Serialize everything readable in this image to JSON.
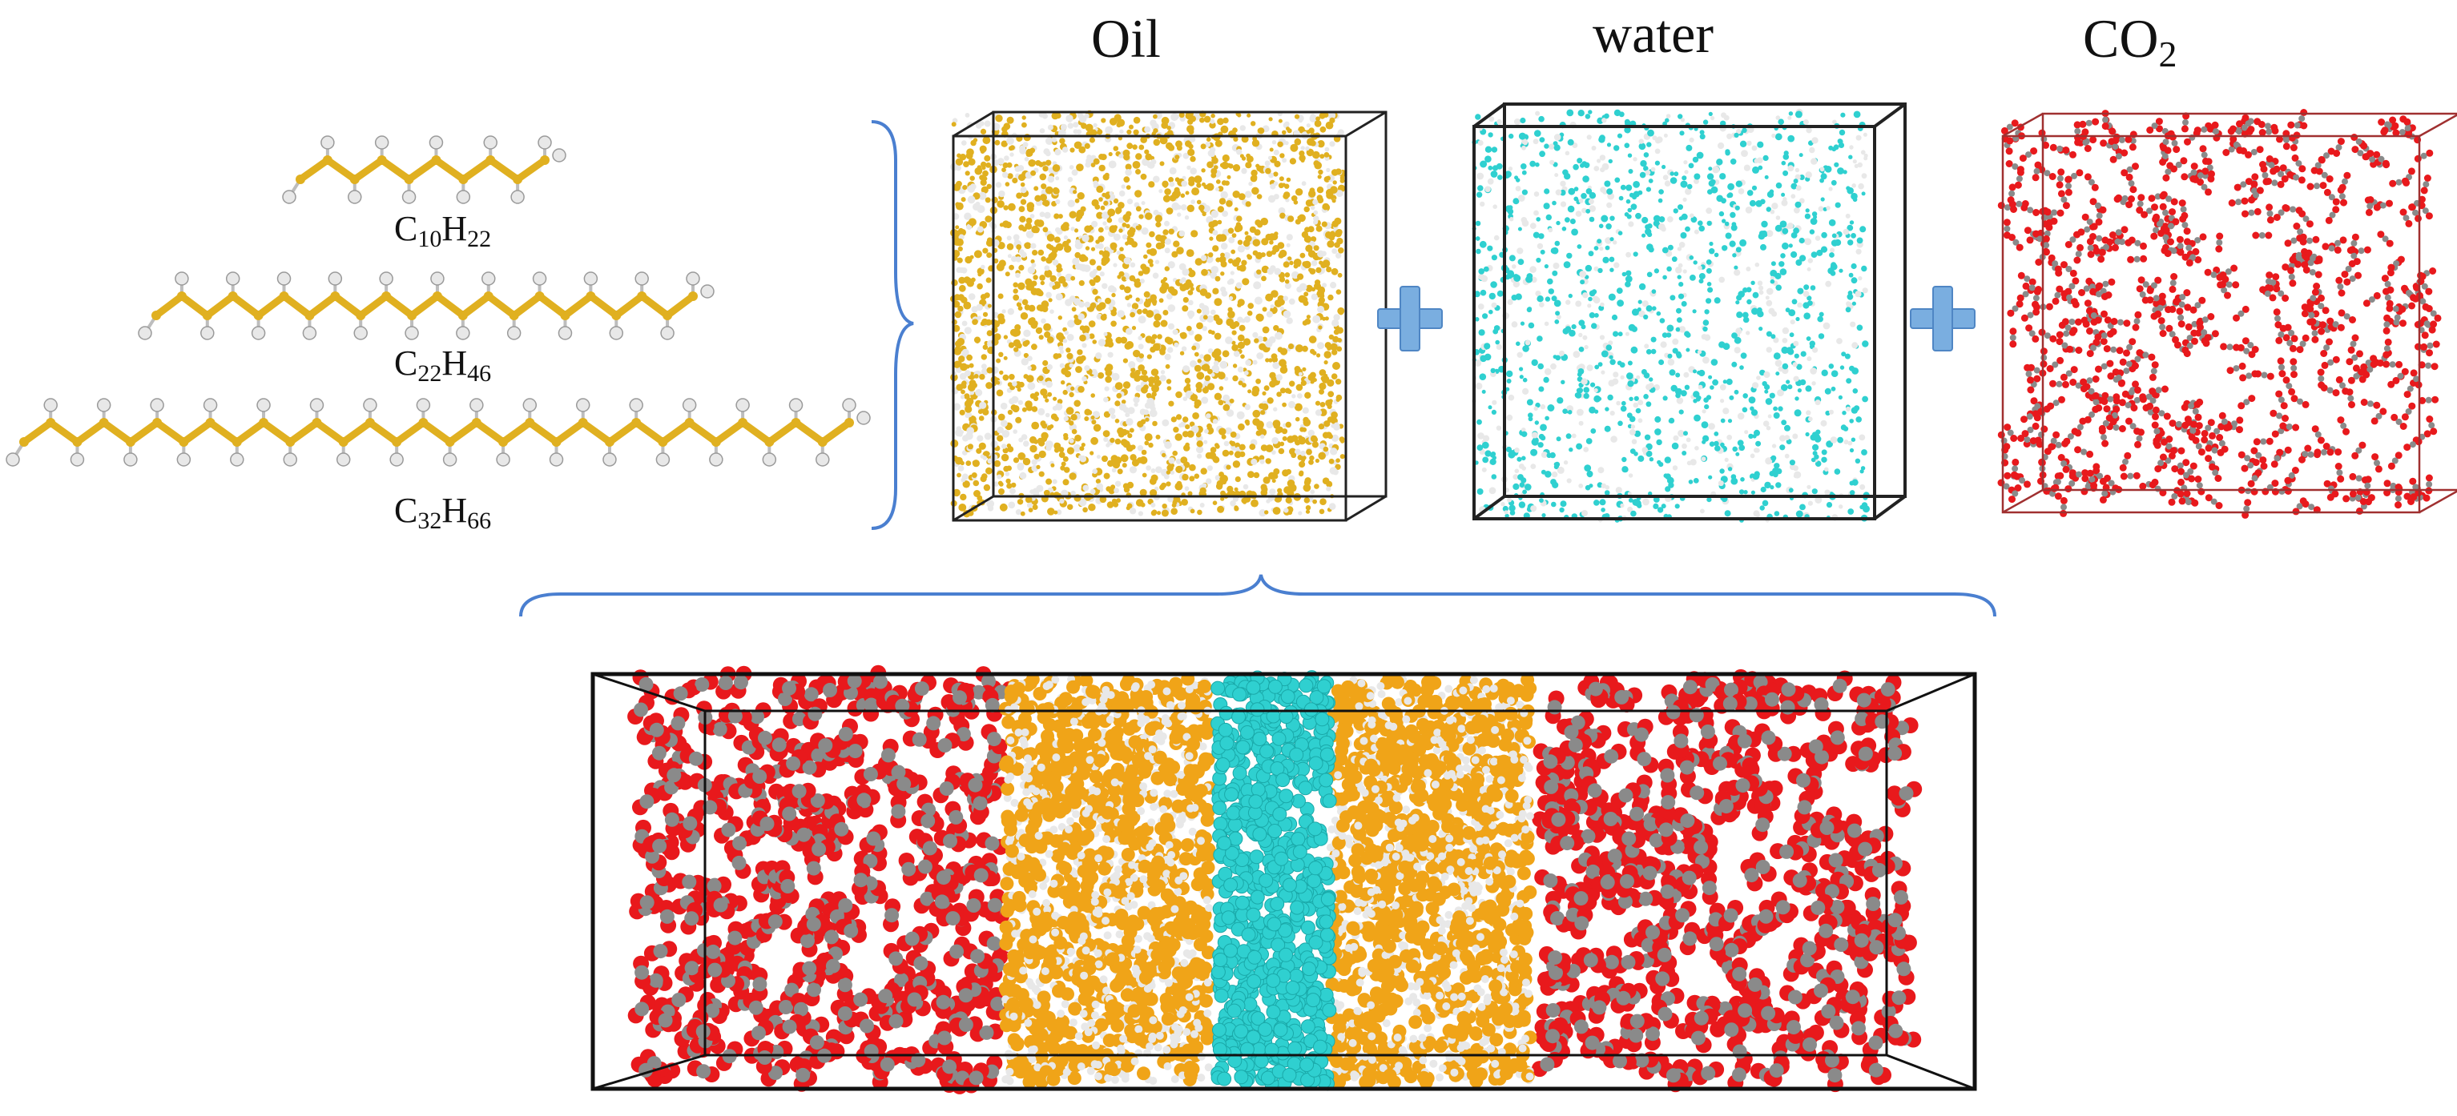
{
  "components": {
    "oil": {
      "label": "Oil"
    },
    "water": {
      "label": "water"
    },
    "co2": {
      "label": "CO",
      "label_sub": "2"
    }
  },
  "molecules": [
    {
      "c": "C",
      "c_sub": "10",
      "h": "H",
      "h_sub": "22"
    },
    {
      "c": "C",
      "c_sub": "22",
      "h": "H",
      "h_sub": "46"
    },
    {
      "c": "C",
      "c_sub": "32",
      "h": "H",
      "h_sub": "66"
    }
  ],
  "colors": {
    "carbon_chain": "#e0b020",
    "hydrogen": "#e8e8e8",
    "oil_bead": "#f0a418",
    "water_bead": "#2fd0d0",
    "co2_oxygen": "#e8191c",
    "co2_carbon": "#8a8a8a",
    "plus_sign": "#7aaee0",
    "brace": "#4a7fd0",
    "co2_box": "#a03030"
  }
}
